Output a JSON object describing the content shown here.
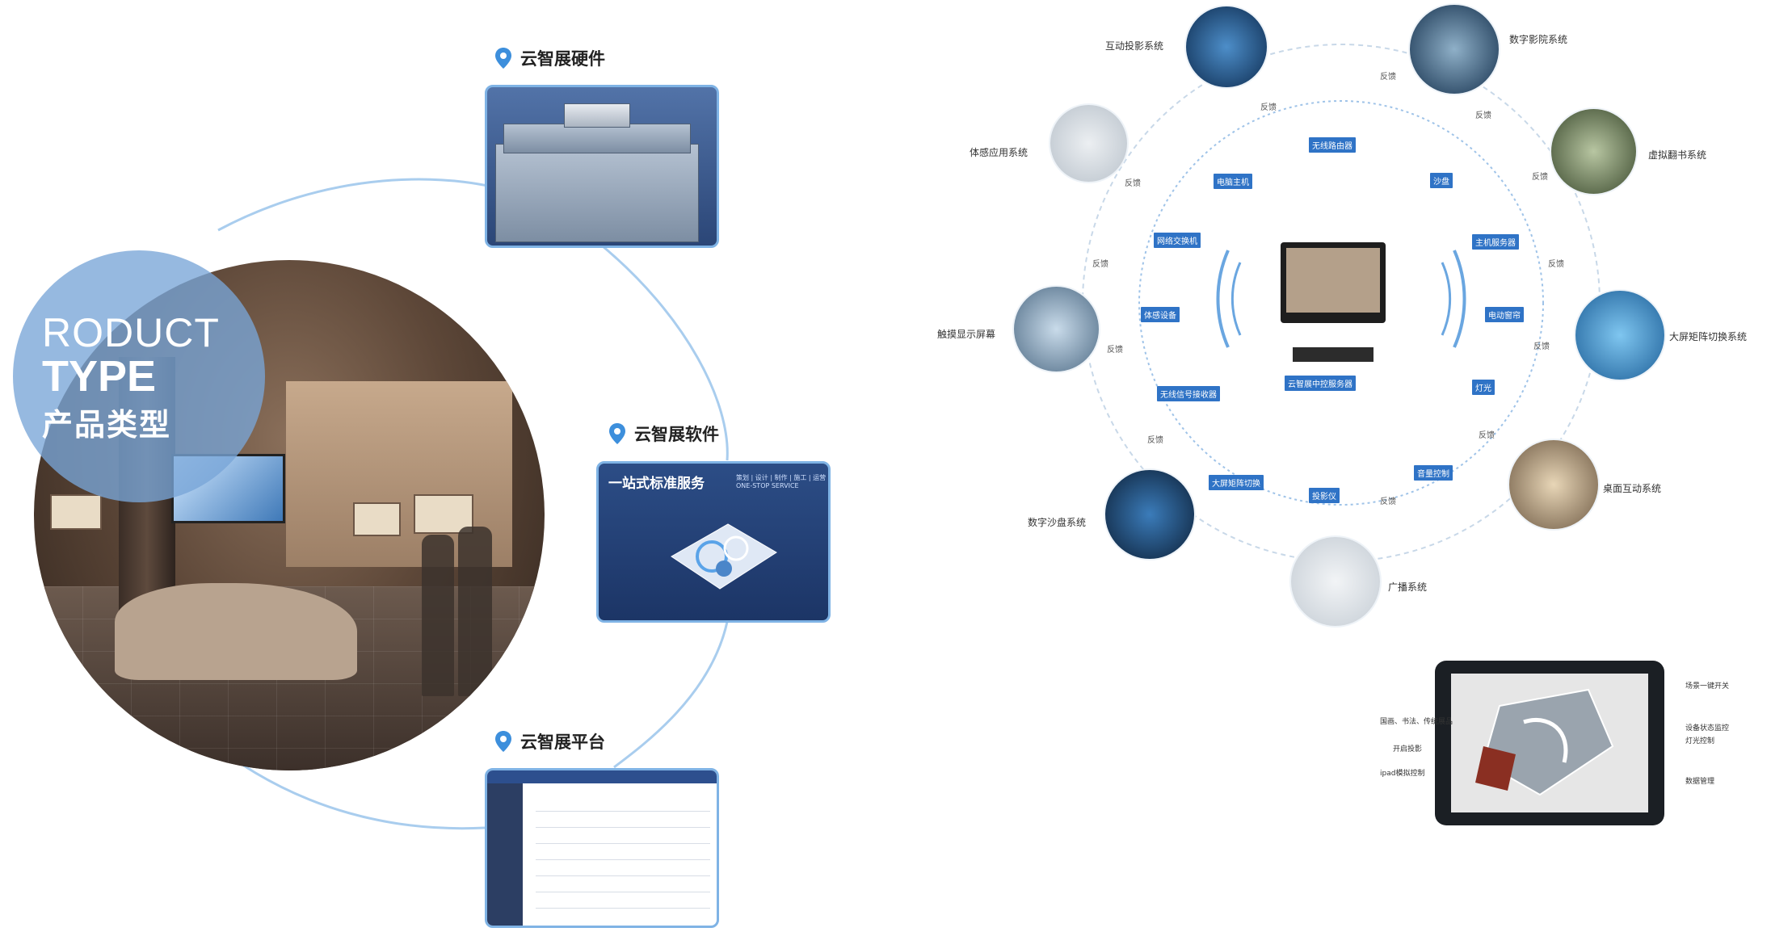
{
  "left": {
    "overlay": {
      "line1": "RODUCT",
      "line2": "TYPE",
      "line3": "产品类型"
    },
    "hardware": {
      "label": "云智展硬件"
    },
    "software": {
      "label": "云智展软件",
      "card_title": "一站式标准服务",
      "card_subtitle": "策划 | 设计 | 制作 | 施工 | 运营  ONE-STOP SERVICE"
    },
    "platform": {
      "label": "云智展平台"
    }
  },
  "diagram": {
    "center_label": "云智展中控服务器",
    "outer_systems": [
      "互动投影系统",
      "数字影院系统",
      "体感应用系统",
      "虚拟翻书系统",
      "触摸显示屏幕",
      "大屏矩阵切换系统",
      "数字沙盘系统",
      "桌面互动系统",
      "广播系统"
    ],
    "devices": [
      "无线路由器",
      "电脑主机",
      "沙盘",
      "网络交换机",
      "主机服务器",
      "体感设备",
      "电动窗帘",
      "无线信号接收器",
      "灯光",
      "大屏矩阵切换",
      "投影仪",
      "音量控制"
    ],
    "feedback": "反馈"
  },
  "tablet": {
    "labels_left": [
      "国画、书法、传统展品",
      "开启投影",
      "ipad模拟控制"
    ],
    "labels_right": [
      "场景一键开关",
      "设备状态监控",
      "灯光控制",
      "数据管理"
    ]
  },
  "colors": {
    "accent": "#7fb3e5",
    "chip": "#2f73c6",
    "overlay": "#78a5d7"
  }
}
